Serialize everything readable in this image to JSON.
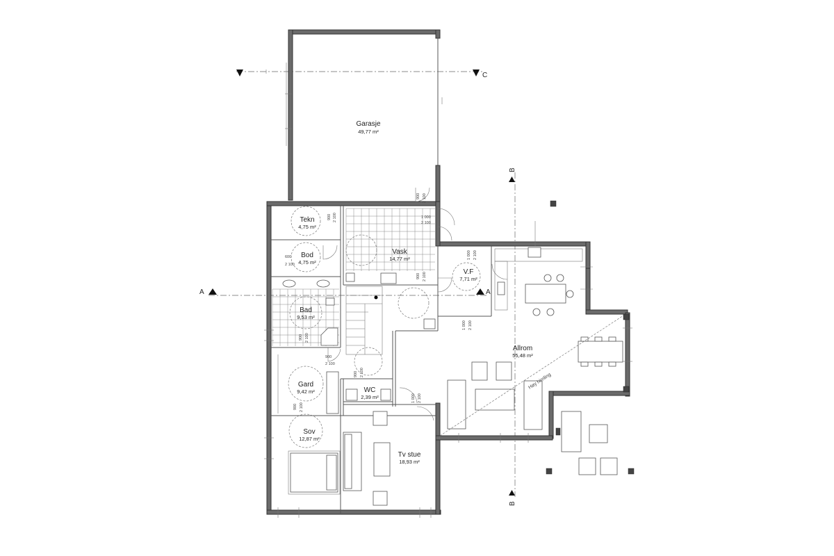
{
  "rooms": [
    {
      "id": "garasje",
      "name": "Garasje",
      "area": "49,77 m²"
    },
    {
      "id": "tekn",
      "name": "Tekn",
      "area": "4,75 m²"
    },
    {
      "id": "bod",
      "name": "Bod",
      "area": "4,75 m²"
    },
    {
      "id": "vask",
      "name": "Vask",
      "area": "14,77 m²"
    },
    {
      "id": "vf",
      "name": "V.F",
      "area": "7,71 m²"
    },
    {
      "id": "bad",
      "name": "Bad",
      "area": "9,53 m²"
    },
    {
      "id": "allrom",
      "name": "Allrom",
      "area": "55,48 m²"
    },
    {
      "id": "gard",
      "name": "Gard",
      "area": "9,42 m²"
    },
    {
      "id": "wc",
      "name": "WC",
      "area": "2,39 m²"
    },
    {
      "id": "sov",
      "name": "Sov",
      "area": "12,87 m²"
    },
    {
      "id": "tvstue",
      "name": "Tv stue",
      "area": "18,93 m²"
    }
  ],
  "annotations": {
    "high_ceiling": "Høy himling"
  },
  "sections": {
    "a": "A",
    "b": "B",
    "c": "C"
  },
  "door_dims": {
    "d_2100": "2 100",
    "d_1000": "1 000",
    "d_900": "900",
    "d_600": "600"
  }
}
